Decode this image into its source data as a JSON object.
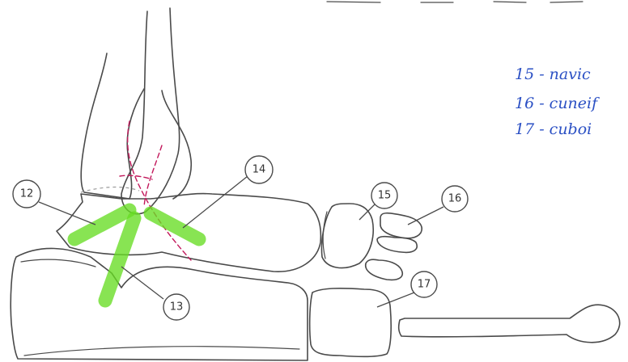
{
  "callouts": {
    "c12": "12",
    "c13": "13",
    "c14": "14",
    "c15": "15",
    "c16": "16",
    "c17": "17"
  },
  "legend": {
    "line15": "15 - navic",
    "line16": "16 - cuneif",
    "line17": "17 - cuboi"
  },
  "colors": {
    "ligament": "#66dd22",
    "fracture_line": "#c2185b",
    "legend_ink": "#2b50c4",
    "outline": "#4a4a4a"
  }
}
